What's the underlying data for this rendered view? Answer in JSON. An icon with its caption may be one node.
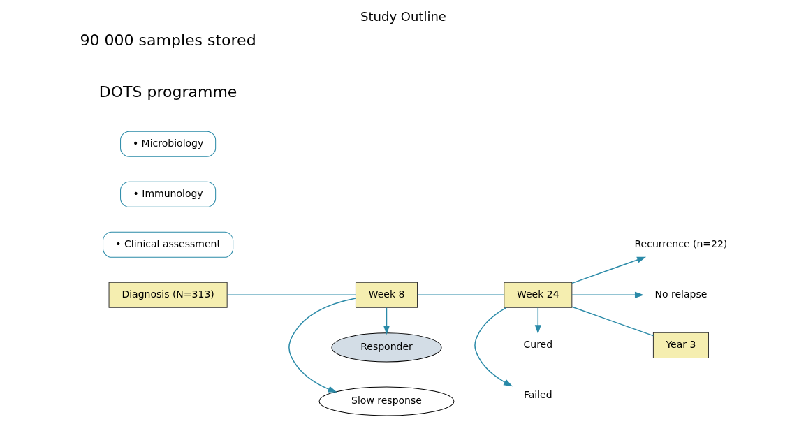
{
  "diagram": {
    "title": "Study Outline",
    "nodes": [
      {
        "text": [
          "Diagnosis (N=313)"
        ]
      },
      {
        "text": [
          "Week 8"
        ]
      },
      {
        "text": [
          "Slow response"
        ]
      },
      {
        "text": [
          "Responder"
        ]
      },
      {
        "text": [
          "Week 24"
        ]
      },
      {
        "text": [
          "Failed"
        ]
      },
      {
        "text": [
          "Cured"
        ]
      },
      {
        "text": [
          "Recurrence (n=22)"
        ]
      },
      {
        "text": [
          "No relapse"
        ]
      },
      {
        "text": [
          "Year 3"
        ]
      },
      {
        "text": [
          "• Clinical assessment"
        ]
      },
      {
        "text": [
          "• Immunology"
        ]
      },
      {
        "text": [
          "• Microbiology"
        ]
      }
    ],
    "edges": [
      {
        "from": 0,
        "to": 1,
        "arrow": "none"
      },
      {
        "from": 1,
        "to": 2,
        "arrow": "to"
      },
      {
        "from": 1,
        "to": 3,
        "arrow": "to"
      },
      {
        "from": 1,
        "to": 4,
        "arrow": "none"
      },
      {
        "from": 4,
        "to": 5,
        "arrow": "to"
      },
      {
        "from": 4,
        "to": 6,
        "arrow": "to"
      },
      {
        "from": 4,
        "to": 7,
        "arrow": "to"
      },
      {
        "from": 4,
        "to": 8,
        "arrow": "to"
      },
      {
        "from": 4,
        "to": 9,
        "arrow": "none"
      }
    ],
    "labels": [
      "DOTS programme",
      "90 000 samples stored"
    ]
  }
}
